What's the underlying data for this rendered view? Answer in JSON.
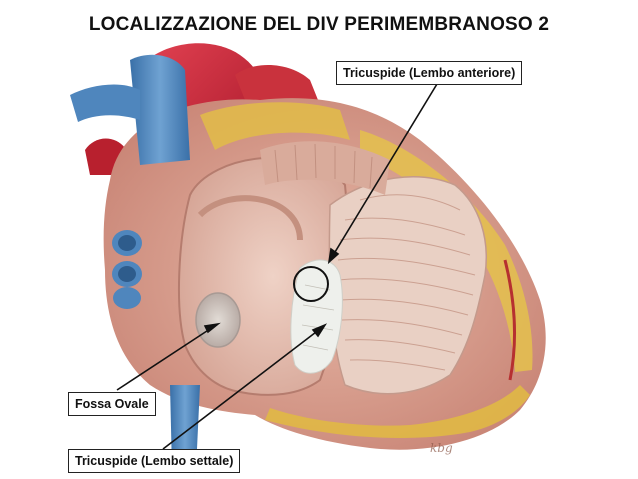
{
  "title": "LOCALIZZAZIONE DEL DIV PERIMEMBRANOSO 2",
  "labels": {
    "tricuspid_anterior": "Tricuspide (Lembo anteriore)",
    "fossa_ovale": "Fossa Ovale",
    "tricuspid_septal": "Tricuspide (Lembo settale)"
  },
  "colors": {
    "aorta_red": "#c8232f",
    "vein_blue": "#4f86bd",
    "myocardium": "#c98a7d",
    "chamber_pink": "#e6c0b4",
    "fat_yellow": "#e4bf45",
    "valve_white": "#e9ece8",
    "background": "#ffffff"
  },
  "signature": "kbg"
}
